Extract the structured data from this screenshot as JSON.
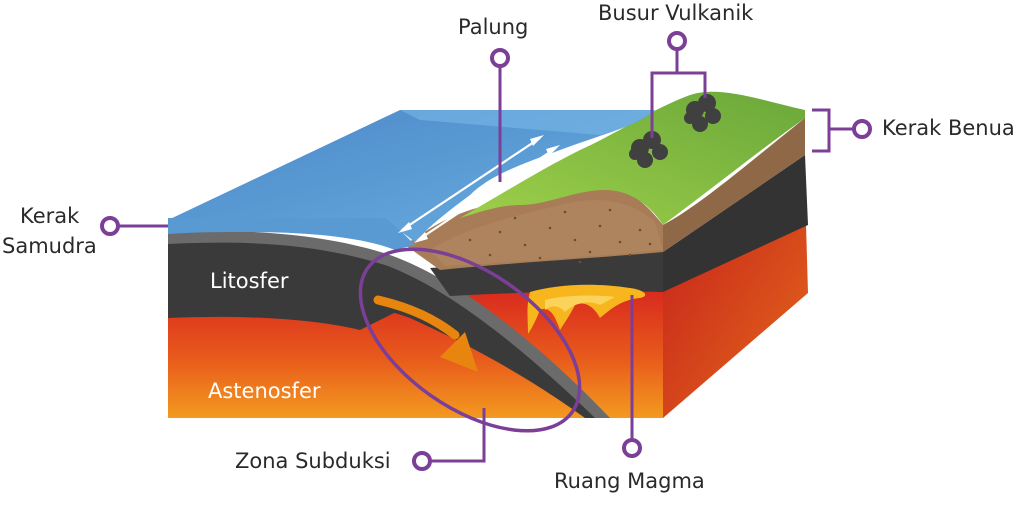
{
  "labels": {
    "palung": "Palung",
    "busur_vulkanik": "Busur Vulkanik",
    "kerak_benua": "Kerak Benua",
    "kerak_samudra_line1": "Kerak",
    "kerak_samudra_line2": "Samudra",
    "litosfer": "Litosfer",
    "astenosfer": "Astenosfer",
    "zona_subduksi": "Zona Subduksi",
    "ruang_magma": "Ruang Magma"
  },
  "colors": {
    "callout": "#7b3f98",
    "ocean": "#5f9fd6",
    "ocean_top": "#3f7fc0",
    "land_green": "#8cc63f",
    "soil": "#a87c56",
    "lithosphere": "#3a3a3a",
    "slab_edge": "#6b6b6b",
    "mantle_hot": "#d7261e",
    "mantle_warm": "#f39a1f",
    "magma": "#f7b51e",
    "arrow": "#e8850f",
    "volcano": "#3f3f3f"
  },
  "icons": {
    "subduction_arrow": "curved-arrow-icon",
    "trench_arrows": "double-arrow-icon",
    "volcano_smoke": "volcano-icon",
    "callout_marker": "circle-marker-icon"
  }
}
